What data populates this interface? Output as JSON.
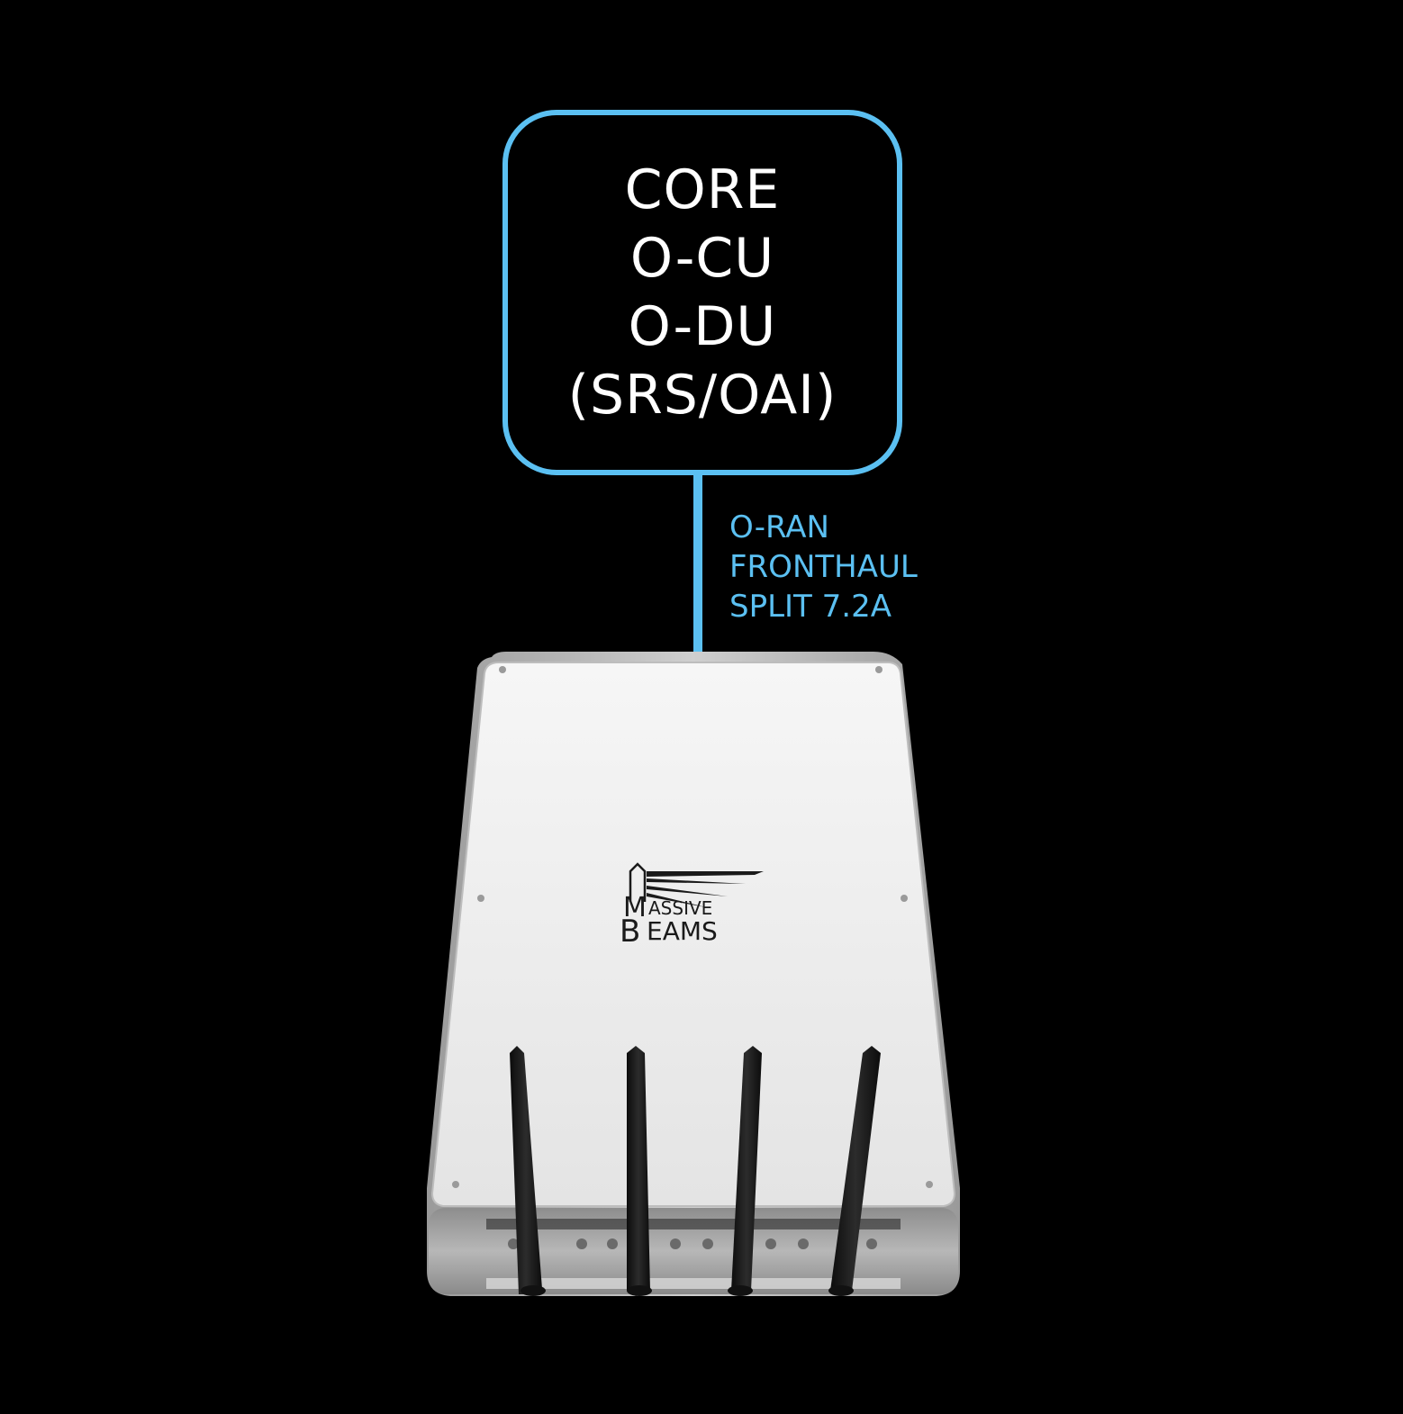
{
  "core_box": {
    "lines": [
      "CORE",
      "O-CU",
      "O-DU",
      "(SRS/OAI)"
    ]
  },
  "link": {
    "label_lines": [
      "O-RAN",
      "FRONTHAUL",
      "SPLIT 7.2A"
    ]
  },
  "device": {
    "logo_top": "ASSIVE",
    "logo_bottom": "EAMS",
    "logo_initial_top": "M",
    "logo_initial_bottom": "B",
    "antenna_count": 4
  },
  "colors": {
    "background": "#000000",
    "accent": "#5bc0f2",
    "text": "#ffffff",
    "device_top": "#f2f2f2",
    "antenna": "#1a1a1a"
  }
}
